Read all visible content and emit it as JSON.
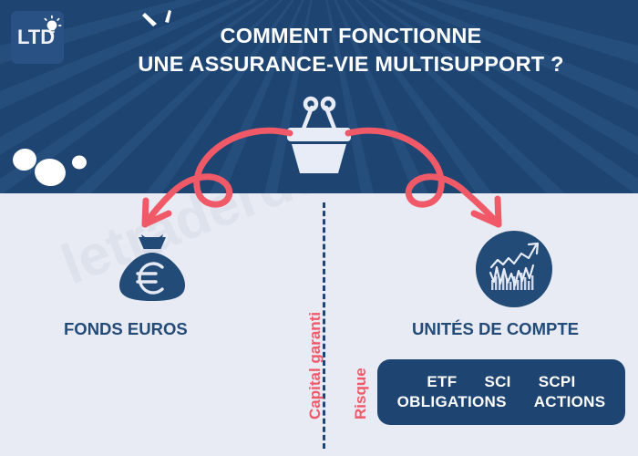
{
  "colors": {
    "header_bg": "#1e4471",
    "body_bg": "#e8ebf4",
    "accent_coral": "#f05a68",
    "navy_text": "#234b77",
    "white": "#ffffff"
  },
  "logo": {
    "text": "LTD",
    "icon": "lightbulb-icon"
  },
  "header": {
    "title_line1": "COMMENT FONCTIONNE",
    "title_line2": "UNE ASSURANCE-VIE MULTISUPPORT ?",
    "center_icon": "shopping-basket-icon",
    "spark_icon": "spark-marks-icon",
    "blobs_icon": "white-blobs-icon",
    "rays_icon": "sunburst-rays-icon"
  },
  "diagram": {
    "arrow_left": "curly-arrow-left-icon",
    "arrow_right": "curly-arrow-right-icon",
    "divider": "dashed-vertical-divider",
    "axis_label_left": "Capital garanti",
    "axis_label_right": "Risque",
    "left_branch": {
      "icon": "money-bag-euro-icon",
      "label": "FONDS EUROS"
    },
    "right_branch": {
      "icon": "stock-chart-circle-icon",
      "label": "UNITÉS DE COMPTE",
      "tags_row1": [
        "ETF",
        "SCI",
        "SCPI"
      ],
      "tags_row2": [
        "OBLIGATIONS",
        "ACTIONS"
      ]
    }
  },
  "watermark": {
    "text": "letraderdudimanche.com"
  }
}
